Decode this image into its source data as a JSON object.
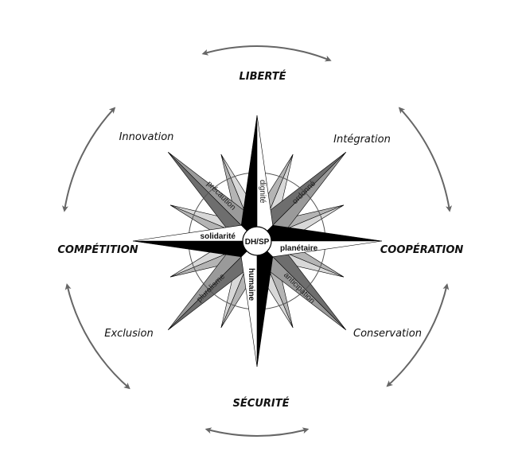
{
  "outer_labels": {
    "top": "LIBERTÉ",
    "top_left": "Innovation",
    "top_right": "Intégration",
    "left": "COMPÉTITION",
    "right": "COOPÉRATION",
    "bottom_left": "Exclusion",
    "bottom_right": "Conservation",
    "bottom": "SÉCURITÉ"
  },
  "center_label": "DH/SP",
  "inner_labels": {
    "north": "dignité",
    "south": "humaine",
    "west": "solidarité",
    "east": "planétaire",
    "northwest": "précaution",
    "northeast": "ordonné",
    "southwest": "pluralisme",
    "southeast": "anticipation"
  },
  "colors": {
    "main_dark": "#000000",
    "main_light": "#ffffff",
    "diag_dark": "#6e6e6e",
    "diag_light": "#9a9a9a",
    "minor_dark": "#b4b4b4",
    "minor_light": "#d8d8d8",
    "arrow": "#666666"
  }
}
